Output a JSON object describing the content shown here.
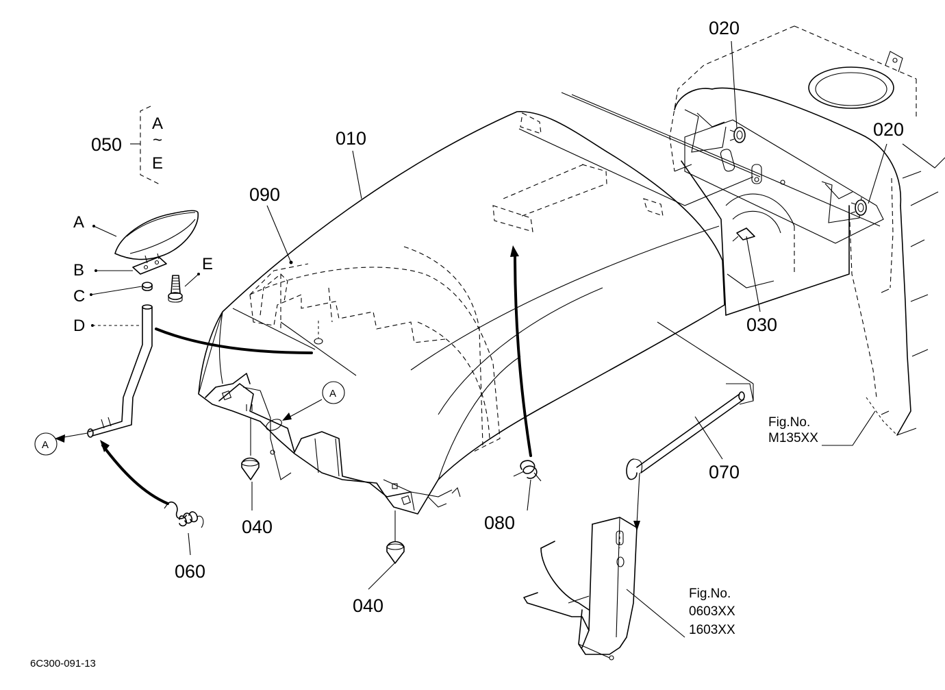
{
  "diagram": {
    "callouts": {
      "c010": "010",
      "c020a": "020",
      "c020b": "020",
      "c030": "030",
      "c040a": "040",
      "c040b": "040",
      "c050": "050",
      "c060": "060",
      "c070": "070",
      "c080": "080",
      "c090": "090"
    },
    "range_labels": {
      "from": "A",
      "tilde": "~",
      "to": "E"
    },
    "letters": {
      "a": "A",
      "b": "B",
      "c": "C",
      "d": "D",
      "e": "E"
    },
    "section_marks": {
      "left": "A",
      "right": "A"
    },
    "fig_refs": {
      "ref1_title": "Fig.No.",
      "ref1_num": "M135XX",
      "ref2_title": "Fig.No.",
      "ref2_num_a": "0603XX",
      "ref2_num_b": "1603XX"
    },
    "drawing_id": "6C300-091-13"
  }
}
